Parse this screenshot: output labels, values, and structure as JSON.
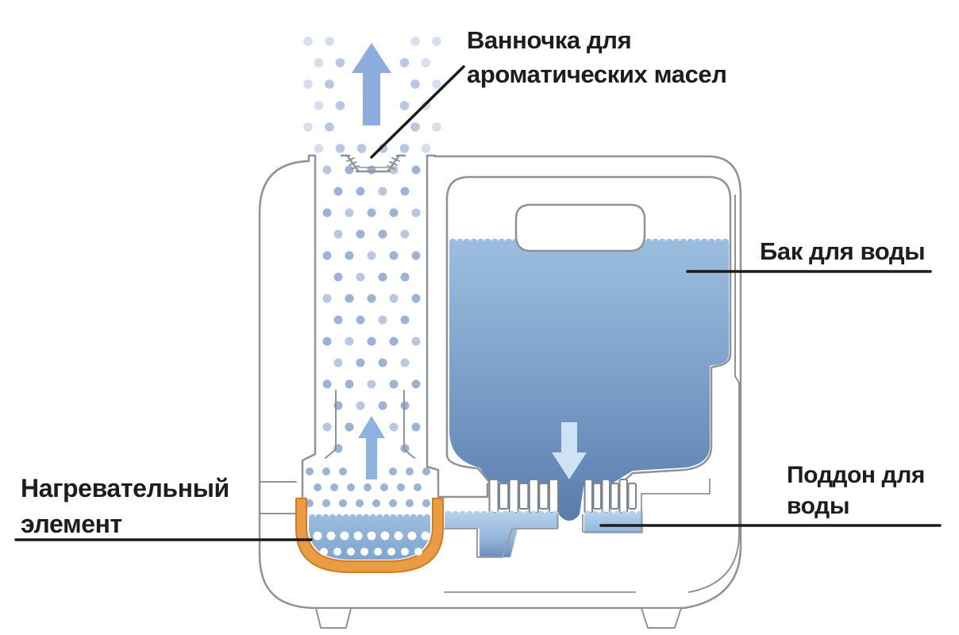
{
  "diagram": {
    "subject": "humidifier-cross-section",
    "labels": {
      "aroma_tray": {
        "line1": "Ванночка для",
        "line2": "ароматических масел"
      },
      "water_tank": {
        "text": "Бак для воды"
      },
      "heating_element": {
        "line1": "Нагревательный",
        "line2": "элемент"
      },
      "water_pan": {
        "line1": "Поддон для",
        "line2": "воды"
      }
    },
    "colors": {
      "outline_gray": "#8d9399",
      "outline_light": "#9aa0a6",
      "label_text": "#1d1d20",
      "pointer_line": "#1b1b1b",
      "steam_dot": "#9db3d6",
      "steam_dot_soft": "#b9c8e2",
      "steam_dot_light": "#d6dfee",
      "arrow_blue": "#8cadde",
      "down_arrow_blue": "#cfe2f4",
      "tank_water_top": "#9cbedf",
      "tank_water_mid": "#7c9fc9",
      "tank_water_bottom": "#587bab",
      "pan_water_top": "#b7d2ea",
      "pan_water_bottom": "#6388b6",
      "element_water_top": "#9dbcdd",
      "element_water_bottom": "#7ea4cf",
      "heater_orange": "#ea9c45",
      "heater_orange_edge": "#d07c20",
      "bubble_white": "#ffffff"
    }
  }
}
